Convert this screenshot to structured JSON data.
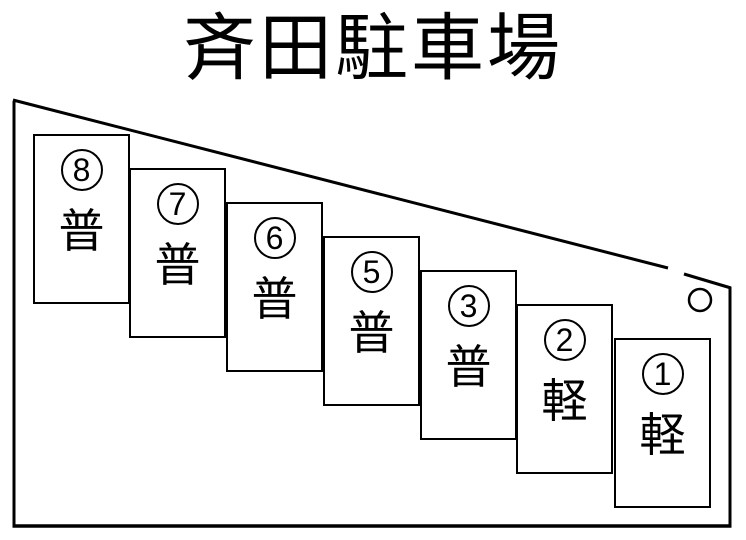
{
  "title": "斉田駐車場",
  "lot": {
    "spaces": [
      {
        "number": "8",
        "type": "普"
      },
      {
        "number": "7",
        "type": "普"
      },
      {
        "number": "6",
        "type": "普"
      },
      {
        "number": "5",
        "type": "普"
      },
      {
        "number": "3",
        "type": "普"
      },
      {
        "number": "2",
        "type": "軽"
      },
      {
        "number": "1",
        "type": "軽"
      }
    ],
    "marker": "circle-outline",
    "line_color": "#000000",
    "background_color": "#ffffff"
  }
}
